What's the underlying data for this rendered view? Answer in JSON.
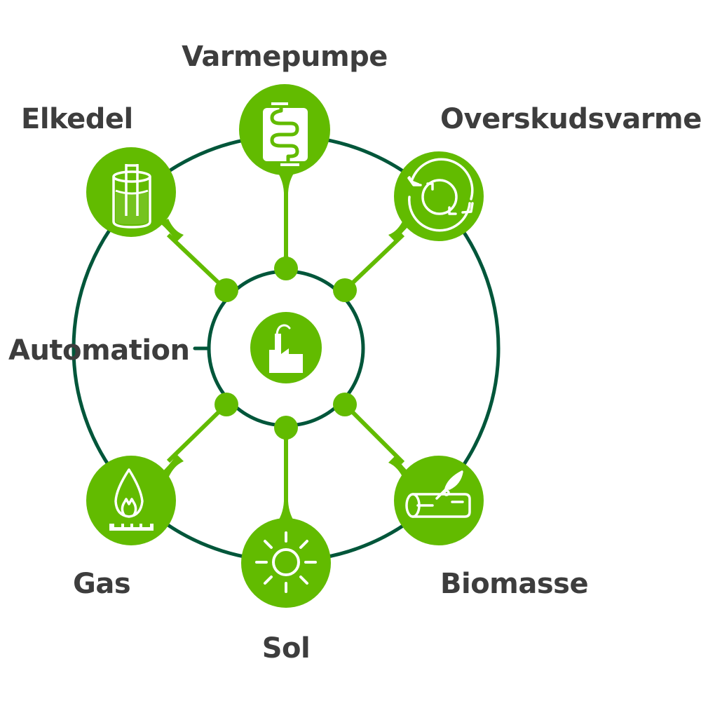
{
  "colors": {
    "ring": "#00563a",
    "node": "#62bb00",
    "icon": "#ffffff",
    "text": "#3d3d3d"
  },
  "center": {
    "name": "factory",
    "icon": "factory-icon"
  },
  "side_label": {
    "text": "Automation"
  },
  "nodes": [
    {
      "id": "varmepumpe",
      "label": "Varmepumpe",
      "icon": "heat-pump-icon"
    },
    {
      "id": "overskudsvarme",
      "label": "Overskudsvarme",
      "icon": "recycle-arrows-icon"
    },
    {
      "id": "biomasse",
      "label": "Biomasse",
      "icon": "log-with-leaf-icon"
    },
    {
      "id": "sol",
      "label": "Sol",
      "icon": "sun-icon"
    },
    {
      "id": "gas",
      "label": "Gas",
      "icon": "gas-flame-icon"
    },
    {
      "id": "elkedel",
      "label": "Elkedel",
      "icon": "electric-boiler-icon"
    }
  ]
}
